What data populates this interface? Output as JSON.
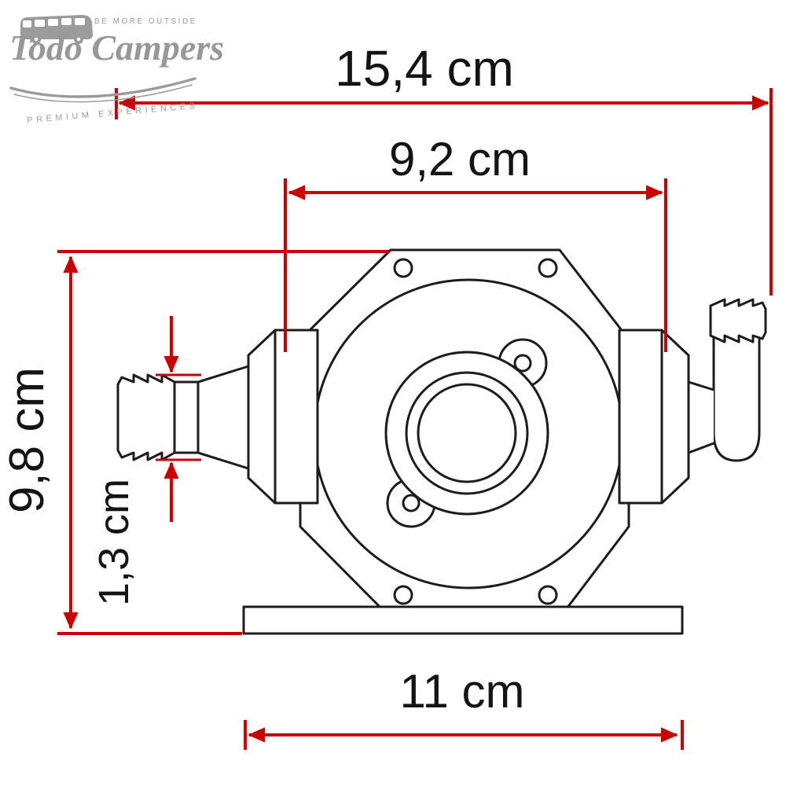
{
  "page": {
    "background": "#ffffff",
    "type": "product-dimension-diagram"
  },
  "logo": {
    "brand": "Todo Campers",
    "tagline_top": "BE MORE OUTSIDE",
    "tagline_bottom": "PREMIUM EXPERIENCES",
    "color": "#9b9b9b",
    "icon": "camper-van-icon"
  },
  "drawing": {
    "subject": "pump side-view technical line drawing",
    "line_color": "#1c1c1c"
  },
  "dimensions": {
    "color": "#cc0001",
    "overall_width": "15,4 cm",
    "port_spacing": "9,2 cm",
    "overall_height": "9,8 cm",
    "barb_diameter": "1,3 cm",
    "base_width": "11 cm"
  }
}
